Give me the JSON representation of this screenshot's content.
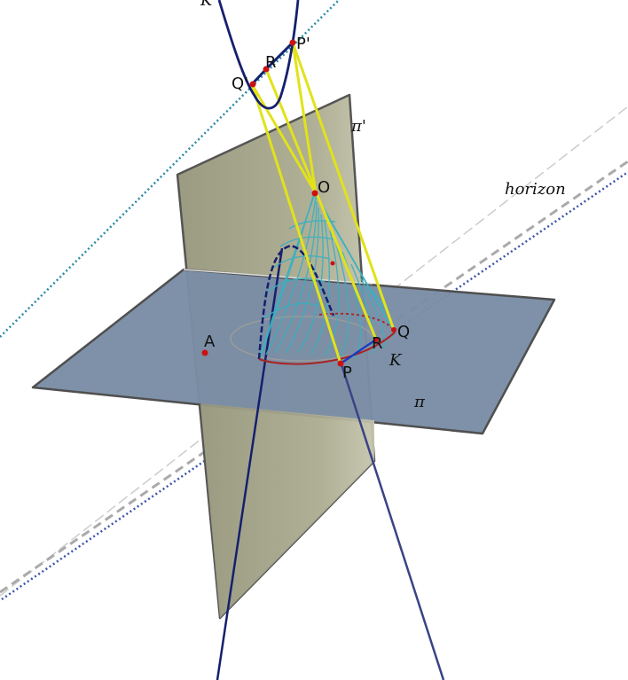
{
  "labels": {
    "point_a": "A",
    "point_o": "O",
    "point_p": "P",
    "point_q": "Q",
    "point_r": "R",
    "point_p_prime": "P'",
    "point_q_prime": "Q'",
    "point_r_prime": "R",
    "curve_k": "K",
    "curve_k_prime": "K'",
    "plane_pi": "π",
    "plane_pi_prime": "π'",
    "horizon": "horizon"
  },
  "colors": {
    "plane_pi_fill": "#7a8da5",
    "plane_pi_prime_fill": "#a9a98f",
    "plane_edge": "#555555",
    "cone_lines": "#3ab0c0",
    "curve_navy": "#14206e",
    "yellow_lines": "#e2e21a",
    "red_points": "#cc1111",
    "horizon_grey": "#bbbbbb",
    "dotted_teal": "#2a8aa8",
    "dotted_blue": "#3a55aa",
    "circle_red": "#aa2222"
  }
}
